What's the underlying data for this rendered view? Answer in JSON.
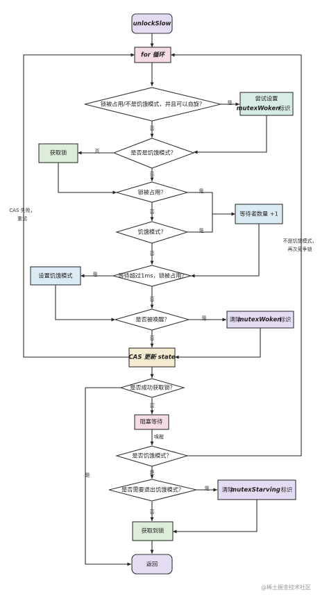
{
  "nodes": {
    "start": "unlockSlow",
    "for_loop": "for 循环",
    "q_locked_not_starving": "锁被占用/不是饥饿模式，并且可以自旋？",
    "try_set_woken": "尝试设置",
    "try_set_woken_flag": "mutexWoken",
    "try_set_woken_suffix": "标识",
    "q_starving1": "是否是饥饿模式？",
    "acquire_lock": "获取锁",
    "q_lock_held": "锁被占用？",
    "waiters_inc": "等待者数量 +1",
    "q_starving2": "饥饿模式？",
    "q_wait_over_1ms": "等待超过1ms，锁被占用？",
    "set_starving": "设置饥饿模式",
    "q_woken": "是否被唤醒？",
    "clear_woken_prefix": "清除",
    "clear_woken_flag": "mutexWoken",
    "clear_woken_suffix": "标识",
    "cas_update": "CAS 更新 state",
    "q_acquired": "是否成功获取锁？",
    "block_wait": "阻塞等待",
    "q_starving3": "是否饥饿模式？",
    "q_exit_starving": "是否需要退出饥饿模式？",
    "clear_starving_prefix": "清除",
    "clear_starving_flag": "mutexStarving",
    "clear_starving_suffix": "标识",
    "got_lock": "获取到锁",
    "return": "返回"
  },
  "labels": {
    "yes": "是",
    "no": "否",
    "wake": "唤醒",
    "cas_fail_1": "CAS 失败，",
    "cas_fail_2": "重试",
    "not_starving_1": "不是饥饿模式，",
    "not_starving_2": "再次竞争锁"
  },
  "watermark": "@稀土掘金技术社区",
  "colors": {
    "purple": "#e3dcf2",
    "pink": "#f6dde3",
    "teal": "#d8ece7",
    "blue": "#dcebf2",
    "cream": "#f4ecd0",
    "green": "#dcecd8"
  }
}
